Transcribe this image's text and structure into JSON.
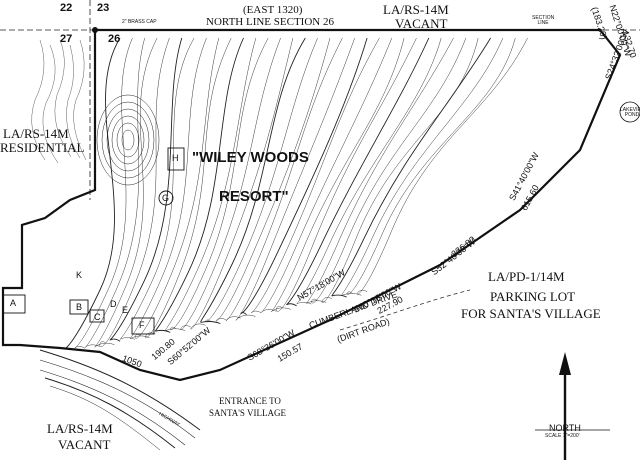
{
  "corner_numbers": [
    "22",
    "23",
    "27",
    "26"
  ],
  "brass_cap": "2\" BRASS CAP",
  "east_line": "(EAST 1320)",
  "north_line": "NORTH LINE SECTION 26",
  "section_line": "SECTION LINE",
  "zones": {
    "top_vacant": {
      "zone": "LA/RS-14M",
      "use": "VACANT"
    },
    "left_residential": {
      "zone": "LA/RS-14M",
      "use": "RESIDENTIAL"
    },
    "parking": {
      "zone": "LA/PD-1/14M",
      "line1": "PARKING LOT",
      "line2": "FOR SANTA'S VILLAGE"
    },
    "bottom_vacant": {
      "zone": "LA/RS-14M",
      "use": "VACANT"
    }
  },
  "resort_name": {
    "line1": "\"WILEY WOODS",
    "line2": "RESORT\""
  },
  "road": {
    "line1": "CUMBERLAND DRIVE",
    "line2": "(DIRT ROAD)"
  },
  "entrance": {
    "line1": "ENTRANCE TO",
    "line2": "SANTA'S VILLAGE"
  },
  "highway": "HIGHWAY",
  "letters": [
    "A",
    "B",
    "C",
    "D",
    "E",
    "F",
    "G",
    "H",
    "K"
  ],
  "bearings": [
    {
      "bearing": "N22°00'00\"W",
      "dist": "(183.20)"
    },
    {
      "bearing": "N22°00'00\"W",
      "dist": "132.70"
    },
    {
      "bearing": "S24°32'00\"W",
      "dist": ""
    },
    {
      "bearing": "S41°40'00\"W",
      "dist": "615.60"
    },
    {
      "bearing": "S52°40'00\"W",
      "dist": "236.80"
    },
    {
      "bearing": "S60°16'00\"W",
      "dist": "227.90"
    },
    {
      "bearing": "N57°18'00\"W",
      "dist": ""
    },
    {
      "bearing": "S68°36'00\"W",
      "dist": "150.57"
    },
    {
      "bearing": "S60°52'00\"W",
      "dist": "190.80"
    },
    {
      "bearing": "",
      "dist": "1050"
    }
  ],
  "lakeview_pond": "LAKEVIEW POND",
  "north_arrow": {
    "label": "NORTH",
    "scale": "SCALE 1\"=200'"
  },
  "contours": {
    "count": 34,
    "note": "topographic contour lines rendered as nested curves"
  }
}
